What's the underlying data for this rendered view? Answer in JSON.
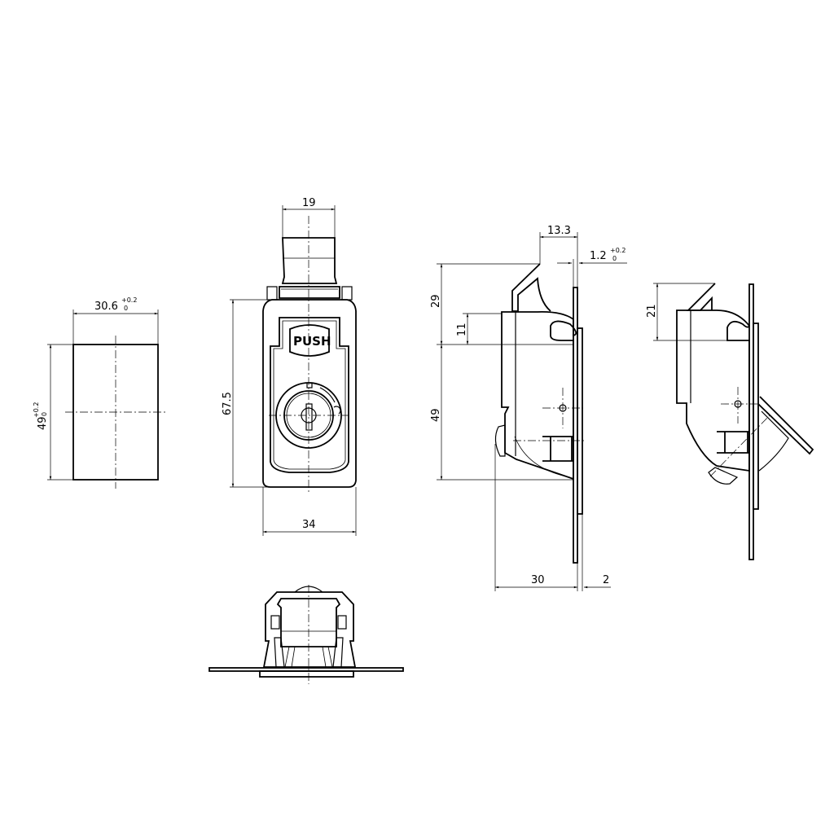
{
  "drawing": {
    "subject": "Push-button latch with key lock",
    "line_color": "#000000",
    "background": "#ffffff"
  },
  "views": {
    "cutout": {
      "width": {
        "value": "30.6",
        "tol_upper": "+0.2",
        "tol_lower": "0"
      },
      "height": {
        "value": "49",
        "tol_upper": "+0.2",
        "tol_lower": "0"
      }
    },
    "front": {
      "top_width": "19",
      "height": "67.5",
      "width": "34",
      "button_label": "PUSH"
    },
    "side_closed": {
      "depth_top": "13.3",
      "panel_thickness": {
        "value": "1.2",
        "tol_upper": "+0.2",
        "tol_lower": "0"
      },
      "height_upper": "29",
      "height_hook": "11",
      "height_lower": "49",
      "depth_body": "30",
      "flange": "2"
    },
    "side_open": {
      "height_upper": "21"
    },
    "bottom": {}
  }
}
